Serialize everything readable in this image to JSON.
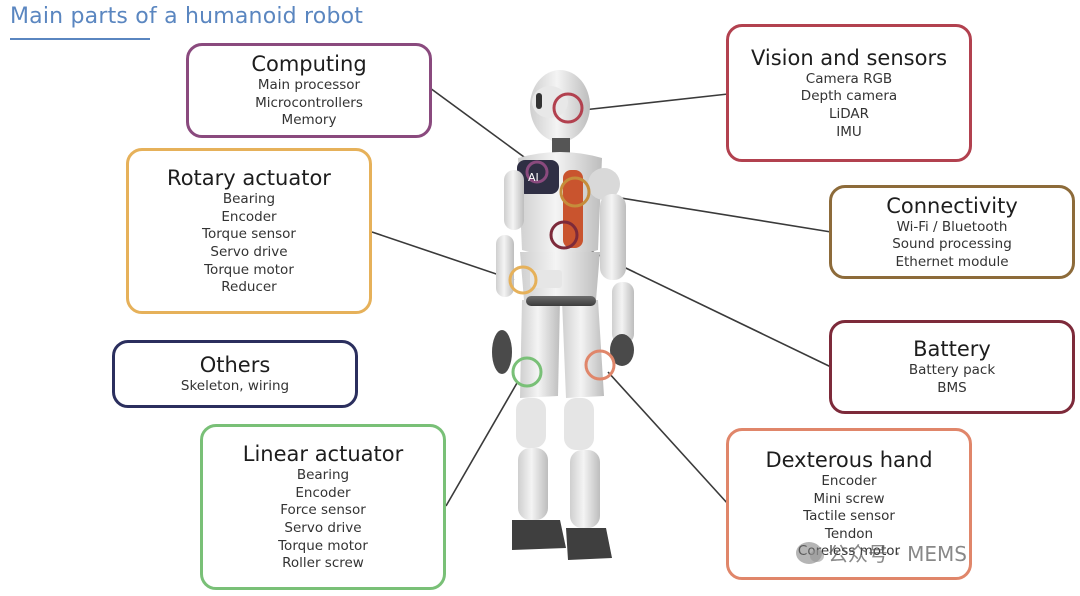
{
  "title": "Main parts of a humanoid robot",
  "colors": {
    "title": "#5a86c0",
    "computing": "#8a4a7e",
    "rotary": "#e6b15a",
    "others": "#2b2f5e",
    "linear": "#79c077",
    "vision": "#b2414f",
    "connectivity": "#8d6b3a",
    "battery": "#7d2a3a",
    "dexterous": "#e0866a"
  },
  "components": {
    "computing": {
      "heading": "Computing",
      "items": [
        "Main processor",
        "Microcontrollers",
        "Memory"
      ]
    },
    "rotary": {
      "heading": "Rotary actuator",
      "items": [
        "Bearing",
        "Encoder",
        "Torque sensor",
        "Servo drive",
        "Torque motor",
        "Reducer"
      ]
    },
    "others": {
      "heading": "Others",
      "items": [
        "Skeleton, wiring"
      ]
    },
    "linear": {
      "heading": "Linear actuator",
      "items": [
        "Bearing",
        "Encoder",
        "Force sensor",
        "Servo drive",
        "Torque motor",
        "Roller screw"
      ]
    },
    "vision": {
      "heading": "Vision and sensors",
      "items": [
        "Camera RGB",
        "Depth camera",
        "LiDAR",
        "IMU"
      ]
    },
    "connectivity": {
      "heading": "Connectivity",
      "items": [
        "Wi-Fi / Bluetooth",
        "Sound processing",
        "Ethernet module"
      ]
    },
    "battery": {
      "heading": "Battery",
      "items": [
        "Battery pack",
        "BMS"
      ]
    },
    "dexterous": {
      "heading": "Dexterous hand",
      "items": [
        "Encoder",
        "Mini screw",
        "Tactile sensor",
        "Tendon",
        "Coreless motor"
      ]
    }
  },
  "robot": {
    "chest_label": "AI"
  },
  "watermark": {
    "text": "公众号 · MEMS"
  }
}
